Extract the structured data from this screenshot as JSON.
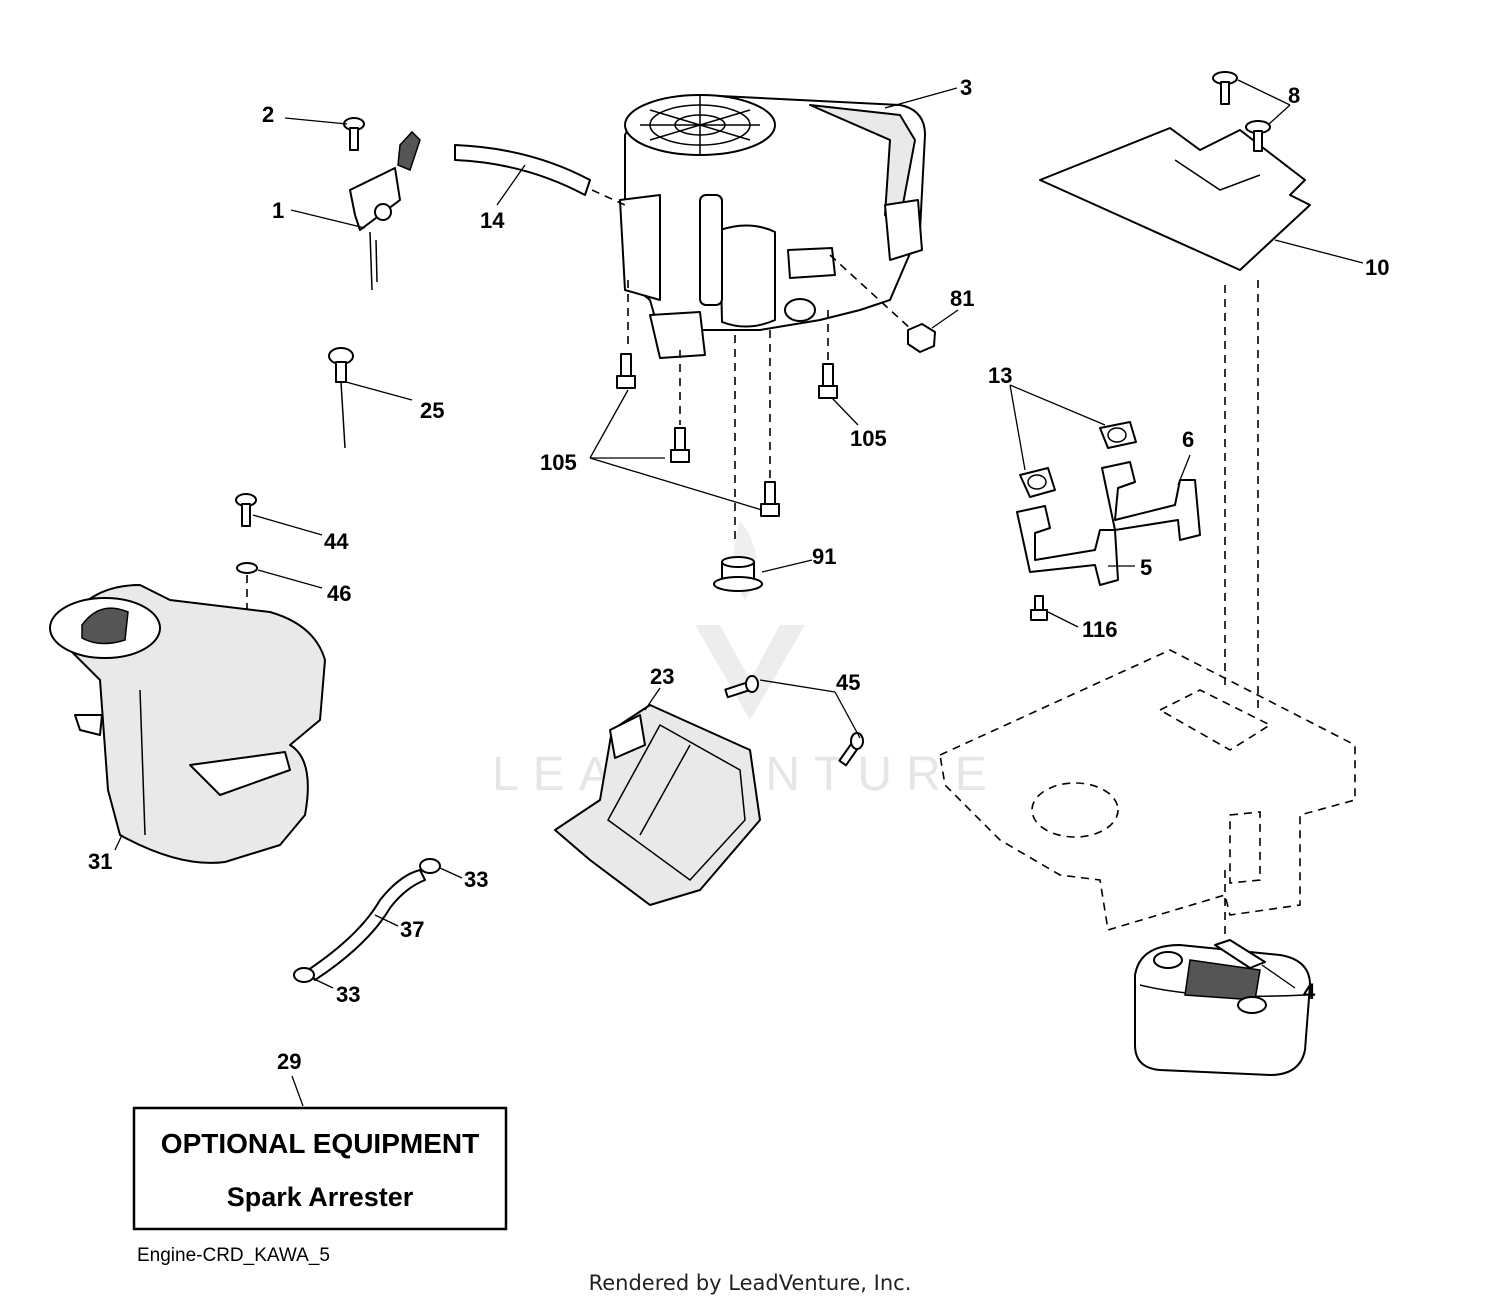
{
  "callouts": {
    "c1": "1",
    "c2": "2",
    "c3": "3",
    "c4": "4",
    "c5": "5",
    "c6": "6",
    "c8": "8",
    "c10": "10",
    "c13": "13",
    "c14": "14",
    "c23": "23",
    "c25": "25",
    "c29": "29",
    "c31": "31",
    "c33a": "33",
    "c33b": "33",
    "c37": "37",
    "c44": "44",
    "c45": "45",
    "c46": "46",
    "c81": "81",
    "c91": "91",
    "c105a": "105",
    "c105b": "105",
    "c116": "116"
  },
  "optional_box": {
    "title": "OPTIONAL EQUIPMENT",
    "subtitle": "Spark Arrester"
  },
  "diagram_code": "Engine-CRD_KAWA_5",
  "credit": "Rendered by LeadVenture, Inc.",
  "watermark": "LEADVENTURE"
}
